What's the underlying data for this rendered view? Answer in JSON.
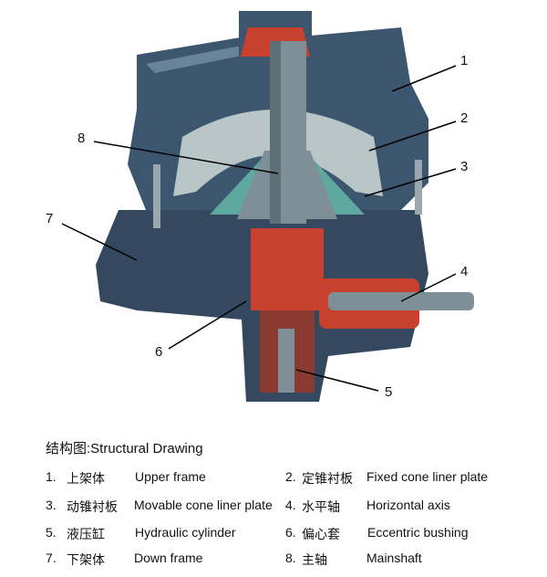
{
  "title": "结构图:Structural Drawing",
  "callouts": [
    "1",
    "2",
    "3",
    "4",
    "5",
    "6",
    "7",
    "8"
  ],
  "legend": [
    {
      "num": "1.",
      "zh": "上架体",
      "en": "Upper frame"
    },
    {
      "num": "2.",
      "zh": "定锥衬板",
      "en": "Fixed cone liner plate"
    },
    {
      "num": "3.",
      "zh": "动锥衬板",
      "en": "Movable cone liner plate"
    },
    {
      "num": "4.",
      "zh": "水平轴",
      "en": "Horizontal axis"
    },
    {
      "num": "5.",
      "zh": "液压缸",
      "en": "Hydraulic cylinder"
    },
    {
      "num": "6.",
      "zh": "偏心套",
      "en": "Eccentric bushing"
    },
    {
      "num": "7.",
      "zh": "下架体",
      "en": "Down frame"
    },
    {
      "num": "8.",
      "zh": "主轴",
      "en": "Mainshaft"
    }
  ],
  "colors": {
    "frame": "#3d5670",
    "shaft": "#7e8f97",
    "red": "#c8402e",
    "liner": "#b8c6c8"
  }
}
